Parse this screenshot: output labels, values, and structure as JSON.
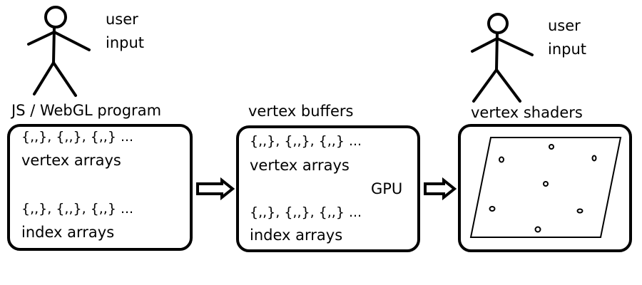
{
  "actors": [
    {
      "line1": "user",
      "line2": "input"
    },
    {
      "line1": "user",
      "line2": "input"
    }
  ],
  "panels": [
    {
      "title": "JS / WebGL program",
      "vertex_data": "{,,}, {,,}, {,,} ...",
      "vertex_label": "vertex arrays",
      "index_data": "{,,}, {,,}, {,,} ...",
      "index_label": "index arrays"
    },
    {
      "title": "vertex buffers",
      "vertex_data": "{,,}, {,,}, {,,} ...",
      "vertex_label": "vertex arrays",
      "index_data": "{,,}, {,,}, {,,} ...",
      "index_label": "index arrays",
      "gpu_label": "GPU"
    },
    {
      "title": "vertex shaders"
    }
  ],
  "colors": {
    "stroke": "#000000",
    "background": "#ffffff"
  }
}
